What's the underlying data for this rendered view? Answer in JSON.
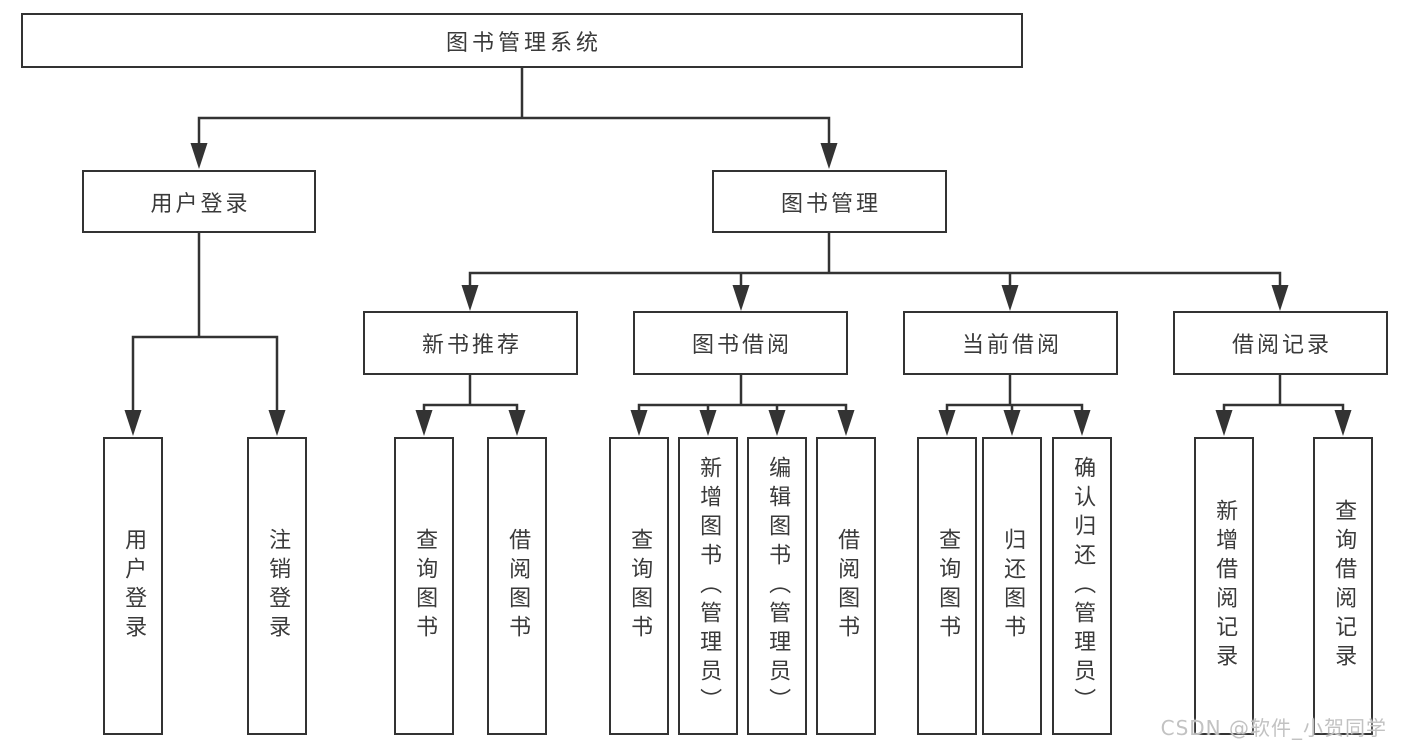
{
  "diagram": {
    "root": "图书管理系统",
    "user_branch": {
      "label": "用户登录",
      "leaves": [
        "用户登录",
        "注销登录"
      ]
    },
    "book_branch": {
      "label": "图书管理",
      "groups": [
        {
          "label": "新书推荐",
          "leaves": [
            "查询图书",
            "借阅图书"
          ]
        },
        {
          "label": "图书借阅",
          "leaves": [
            "查询图书",
            "新增图书（管理员）",
            "编辑图书（管理员）",
            "借阅图书"
          ]
        },
        {
          "label": "当前借阅",
          "leaves": [
            "查询图书",
            "归还图书",
            "确认归还（管理员）"
          ]
        },
        {
          "label": "借阅记录",
          "leaves": [
            "新增借阅记录",
            "查询借阅记录"
          ]
        }
      ]
    },
    "colors": {
      "line": "#333333",
      "text": "#3a3a3a",
      "background": "#ffffff",
      "watermark": "#c2c2c2"
    }
  },
  "watermark": {
    "text": "CSDN @软件_小贺同学"
  }
}
